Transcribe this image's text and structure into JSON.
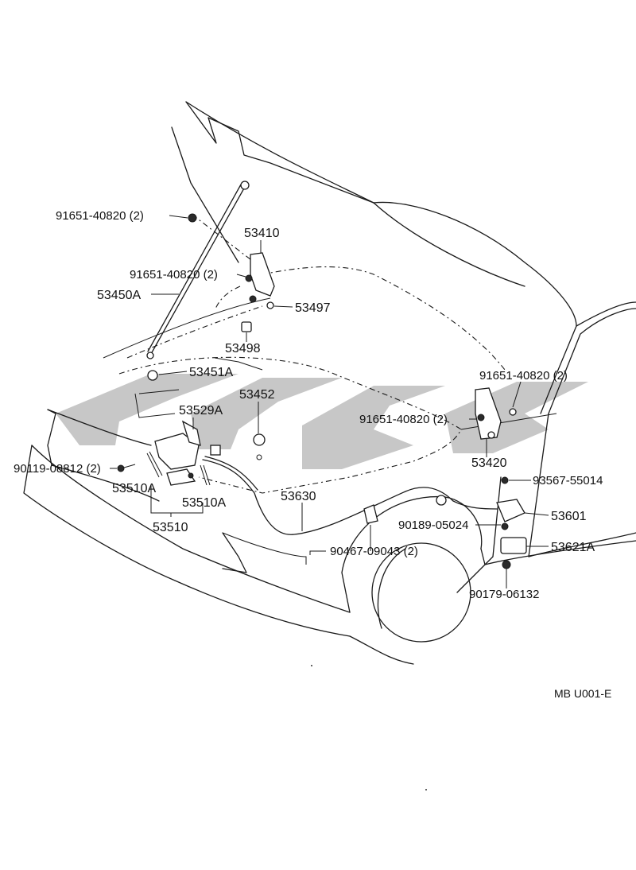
{
  "diagram": {
    "reference_code": "MB U001-E",
    "labels": {
      "bolt_top_left": "91651-40820 (2)",
      "hinge_left": "53410",
      "bolt_hinge_left": "91651-40820 (2)",
      "support_rod": "53450A",
      "cushion_53497": "53497",
      "clip_53498": "53498",
      "holder_53451a": "53451A",
      "bolt_hinge_right_upper": "91651-40820 (2)",
      "cushion_53452": "53452",
      "plate_53529a": "53529A",
      "bolt_hinge_right_lower": "91651-40820 (2)",
      "hinge_right": "53420",
      "bolt_lock": "90119-08812 (2)",
      "spring_left": "53510A",
      "spring_right": "53510A",
      "lock_assy": "53510",
      "cable": "53630",
      "screw_93567": "93567-55014",
      "nut_90189": "90189-05024",
      "lever": "53601",
      "clip_90467": "90467-09043 (2)",
      "bracket": "53621A",
      "nut_90179": "90179-06132"
    }
  }
}
